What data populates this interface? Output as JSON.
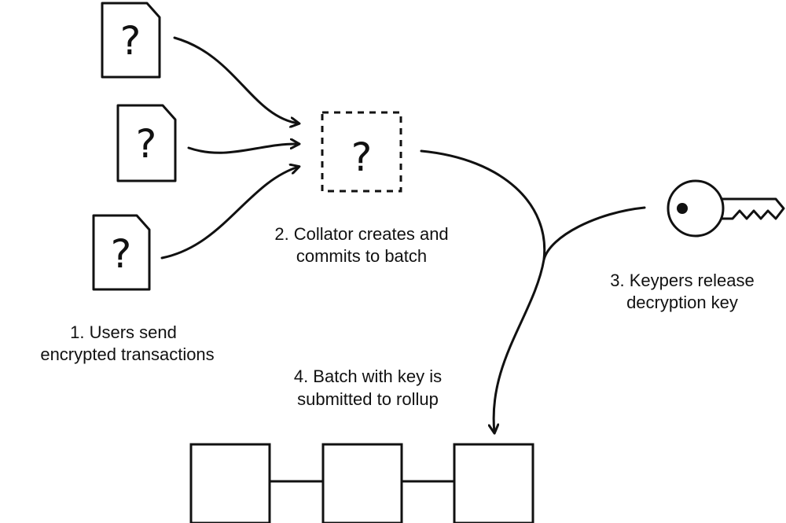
{
  "documents": [
    {
      "symbol": "?"
    },
    {
      "symbol": "?"
    },
    {
      "symbol": "?"
    }
  ],
  "batch": {
    "symbol": "?"
  },
  "steps": {
    "step1": {
      "line1": "1. Users send",
      "line2": "encrypted transactions"
    },
    "step2": {
      "line1": "2. Collator creates and",
      "line2": "commits to batch"
    },
    "step3": {
      "line1": "3. Keypers release",
      "line2": "decryption key"
    },
    "step4": {
      "line1": "4. Batch with key is",
      "line2": "submitted to rollup"
    }
  },
  "icons": {
    "document": "document-icon",
    "batch": "dashed-box",
    "key": "key-icon",
    "block": "block-icon"
  },
  "colors": {
    "ink": "#111111",
    "background": "#ffffff"
  }
}
